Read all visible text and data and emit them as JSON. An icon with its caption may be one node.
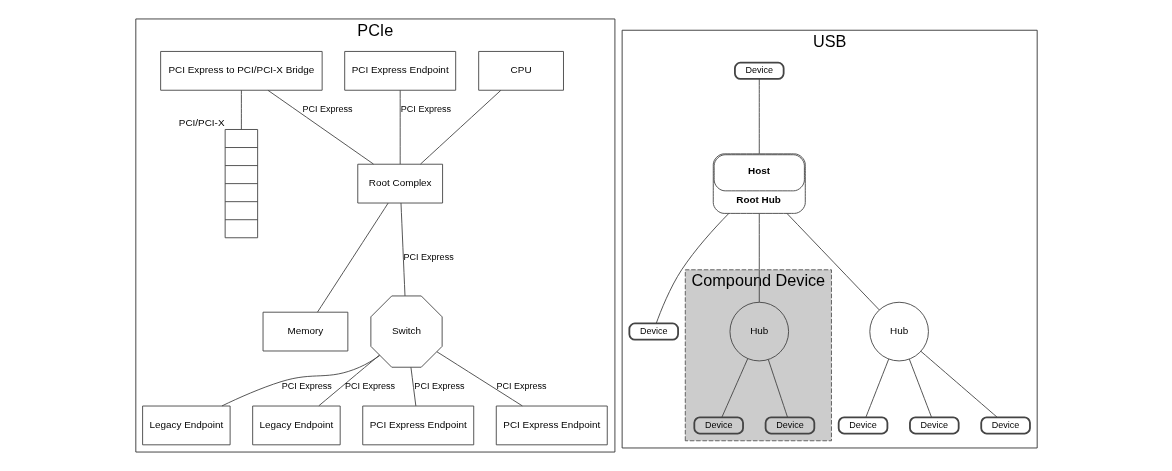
{
  "diagram": {
    "nodes": [
      {
        "text": [
          "PCIe"
        ]
      },
      {
        "text": [
          "CPU"
        ],
        "in": 0
      },
      {
        "text": [
          "PCI Express Endpoint"
        ],
        "in": 0
      },
      {
        "text": [
          "Root Complex"
        ],
        "in": 0
      },
      {
        "text": [
          "Memory"
        ],
        "in": 0
      },
      {
        "text": [
          "PCI Express to PCI/PCI-X Bridge"
        ],
        "in": 0
      },
      {
        "text": [],
        "shape": "bar",
        "beside": [
          "PCI/PCI-X"
        ],
        "in": 0
      },
      {
        "text": [
          "Switch"
        ],
        "in": 0
      },
      {
        "text": [
          "Legacy Endpoint"
        ],
        "in": 0
      },
      {
        "text": [
          "Legacy Endpoint"
        ],
        "in": 0
      },
      {
        "text": [
          "PCI Express Endpoint"
        ],
        "in": 0
      },
      {
        "text": [
          "PCI Express Endpoint"
        ],
        "in": 0
      },
      {
        "text": [
          "USB"
        ]
      },
      {
        "text": [
          "Host",
          "Root Hub"
        ],
        "in": 12
      },
      {
        "text": [
          "Device"
        ],
        "in": 12
      },
      {
        "text": [
          "Device"
        ],
        "in": 12
      },
      {
        "text": [
          "Compound Device"
        ],
        "in": 12
      },
      {
        "text": [
          "Hub"
        ],
        "in": 16
      },
      {
        "text": [
          "Device"
        ],
        "in": 16
      },
      {
        "text": [
          "Device"
        ],
        "in": 16
      },
      {
        "text": [
          "Hub"
        ],
        "in": 12
      },
      {
        "text": [
          "Device"
        ],
        "in": 12
      },
      {
        "text": [
          "Device"
        ],
        "in": 12
      },
      {
        "text": [
          "Device"
        ],
        "in": 12
      }
    ],
    "edges": [
      {
        "from": 1,
        "to": 3,
        "arrow": "none"
      },
      {
        "from": 2,
        "to": 3,
        "arrow": "none",
        "label": "PCI Express"
      },
      {
        "from": 5,
        "to": 3,
        "arrow": "none",
        "label": "PCI Express"
      },
      {
        "from": 3,
        "to": 4,
        "arrow": "none"
      },
      {
        "from": 5,
        "to": 6,
        "arrow": "none"
      },
      {
        "from": 3,
        "to": 7,
        "arrow": "none",
        "label": "PCI Express"
      },
      {
        "from": 7,
        "to": 8,
        "arrow": "none",
        "label": "PCI Express"
      },
      {
        "from": 7,
        "to": 9,
        "arrow": "none",
        "label": "PCI Express"
      },
      {
        "from": 7,
        "to": 10,
        "arrow": "none",
        "label": "PCI Express"
      },
      {
        "from": 7,
        "to": 11,
        "arrow": "none",
        "label": "PCI Express"
      },
      {
        "from": 14,
        "to": 13,
        "arrow": "none"
      },
      {
        "from": 13,
        "to": 15,
        "arrow": "none"
      },
      {
        "from": 13,
        "to": 17,
        "arrow": "none"
      },
      {
        "from": 13,
        "to": 20,
        "arrow": "none"
      },
      {
        "from": 17,
        "to": 18,
        "arrow": "none"
      },
      {
        "from": 17,
        "to": 19,
        "arrow": "none"
      },
      {
        "from": 20,
        "to": 21,
        "arrow": "none"
      },
      {
        "from": 20,
        "to": 22,
        "arrow": "none"
      },
      {
        "from": 20,
        "to": 23,
        "arrow": "none"
      }
    ]
  }
}
